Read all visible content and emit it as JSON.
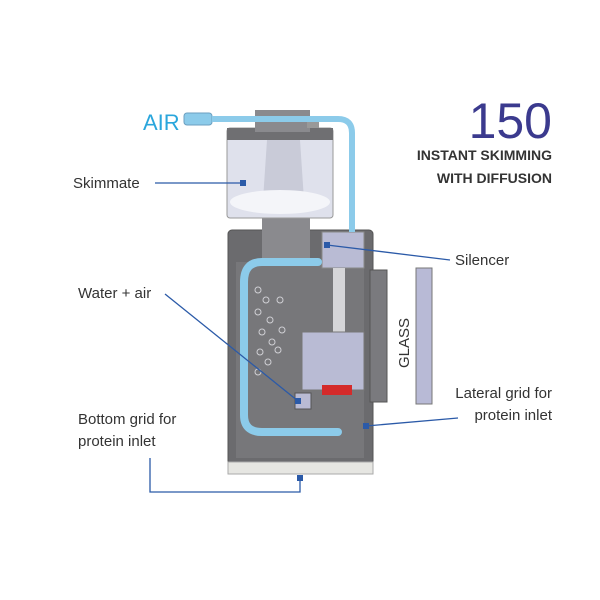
{
  "title": {
    "model": "150",
    "line1": "INSTANT SKIMMING",
    "line2": "WITH DIFFUSION"
  },
  "labels": {
    "air": "AIR",
    "skimmate": "Skimmate",
    "silencer": "Silencer",
    "water_air": "Water + air",
    "glass": "GLASS",
    "lateral_grid_1": "Lateral grid for",
    "lateral_grid_2": "protein inlet",
    "bottom_grid_1": "Bottom grid for",
    "bottom_grid_2": "protein inlet"
  },
  "colors": {
    "model": "#3b3a8e",
    "air": "#2aa6dc",
    "tube": "#8ccbea",
    "callout": "#2b5aa8",
    "body": "#6b6b6e",
    "text": "#333333"
  }
}
